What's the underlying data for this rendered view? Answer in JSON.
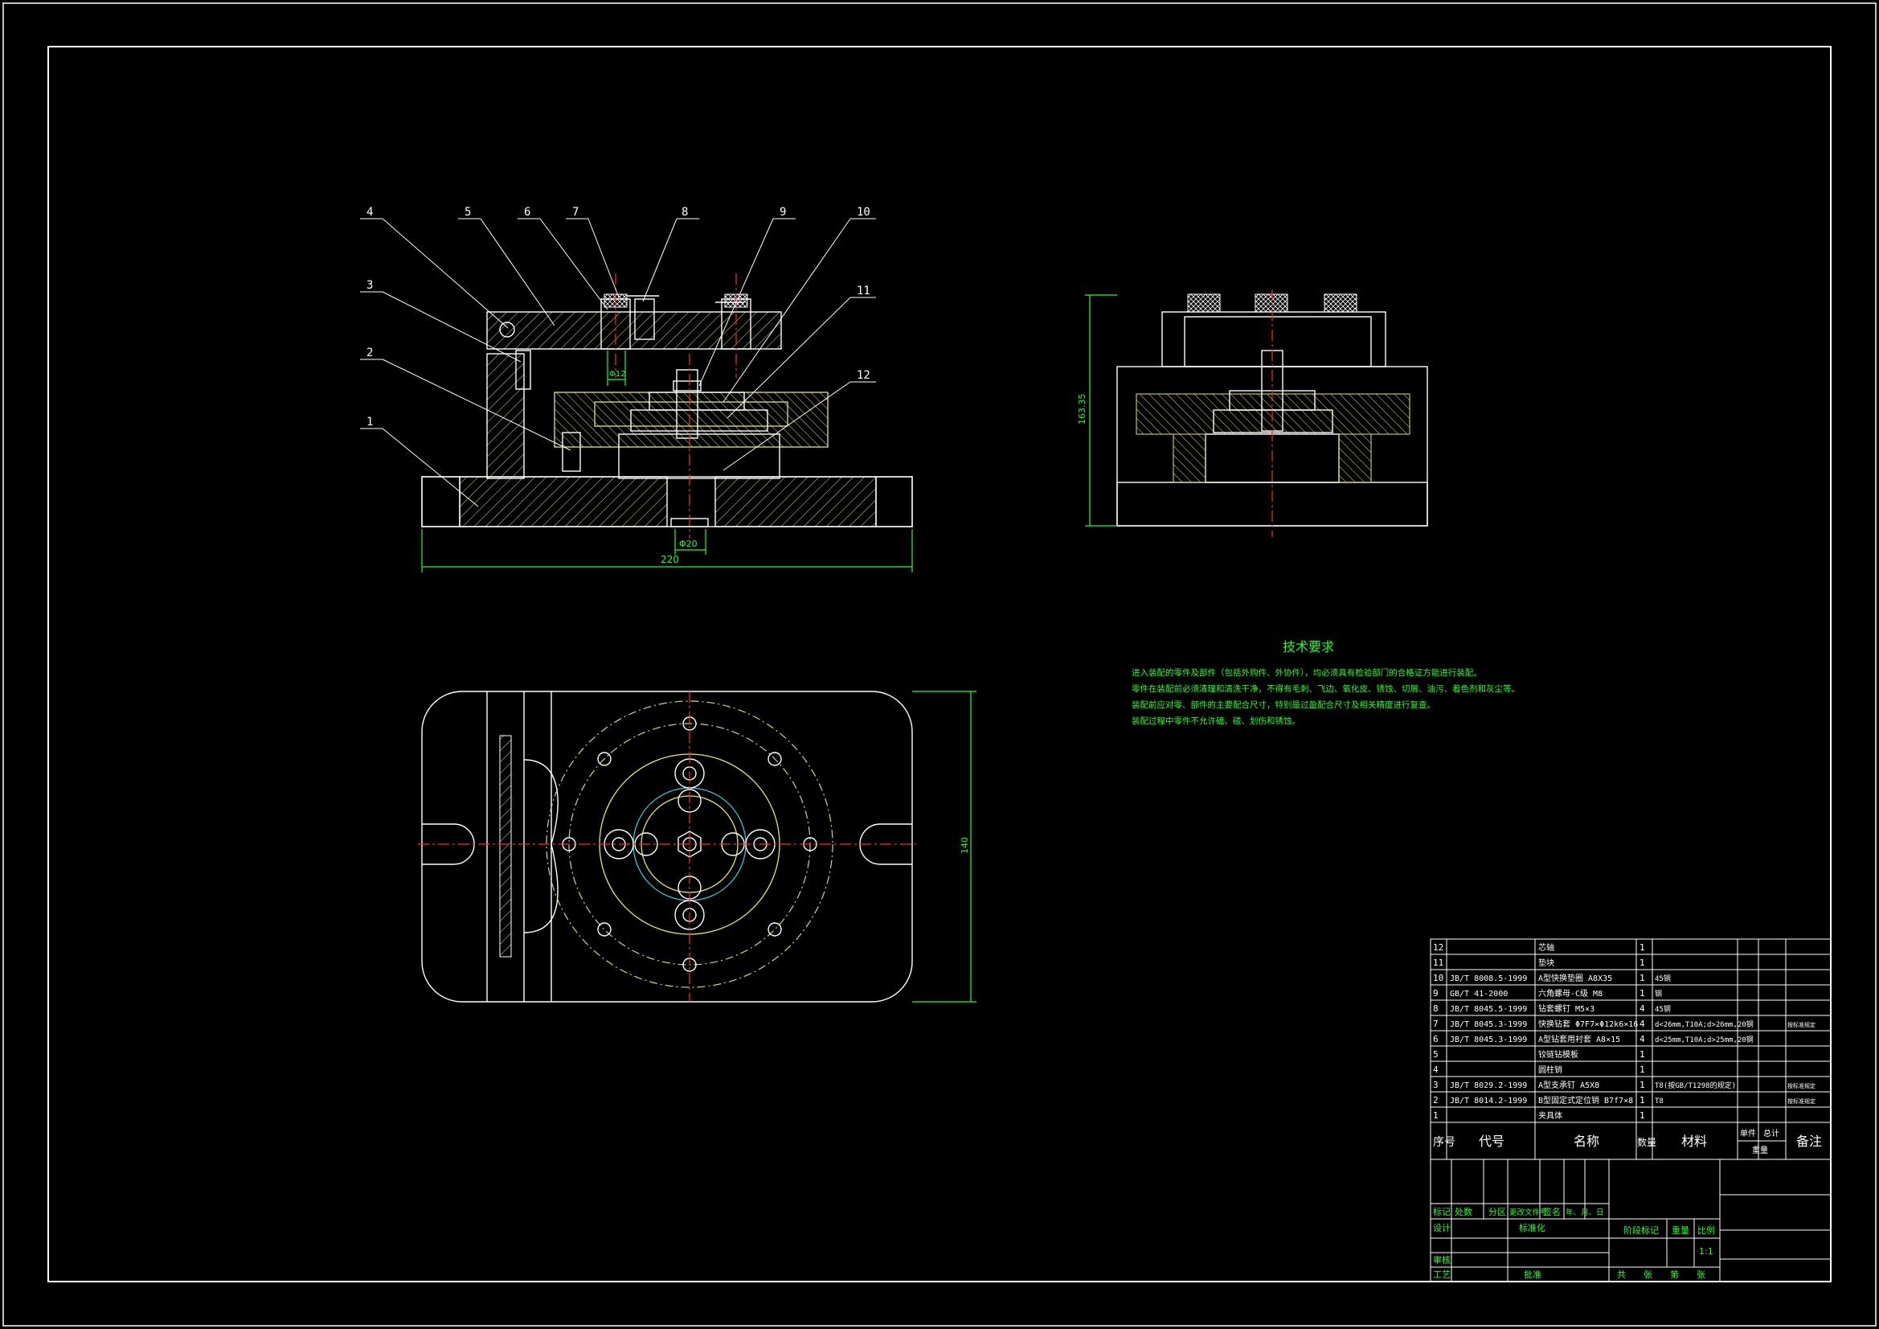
{
  "drawing": {
    "balloons": [
      "1",
      "2",
      "3",
      "4",
      "5",
      "6",
      "7",
      "8",
      "9",
      "10",
      "11",
      "12"
    ],
    "dims": {
      "width_220": "220",
      "phi20": "Φ20",
      "phi12": "Φ12",
      "h_140": "140",
      "h_side": "163.35"
    }
  },
  "tech": {
    "title": "技术要求",
    "lines": [
      "进入装配的零件及部件（包括外购件、外协件），均必须具有检验部门的合格证方能进行装配。",
      "零件在装配前必须清理和清洗干净，不得有毛刺、飞边、氧化皮、锈蚀、切屑、油污、着色剂和灰尘等。",
      "装配前应对零、部件的主要配合尺寸，特别是过盈配合尺寸及相关精度进行复查。",
      "装配过程中零件不允许磕、碰、划伤和锈蚀。"
    ]
  },
  "bom": {
    "rows": [
      {
        "no": "12",
        "code": "",
        "name": "芯轴",
        "qty": "1",
        "mat": "",
        "note": ""
      },
      {
        "no": "11",
        "code": "",
        "name": "垫块",
        "qty": "1",
        "mat": "",
        "note": ""
      },
      {
        "no": "10",
        "code": "JB/T 8008.5-1999",
        "name": "A型快换垫圈 A8X35",
        "qty": "1",
        "mat": "45钢",
        "note": ""
      },
      {
        "no": "9",
        "code": "GB/T 41-2000",
        "name": "六角螺母-C级 M8",
        "qty": "1",
        "mat": "钢",
        "note": ""
      },
      {
        "no": "8",
        "code": "JB/T 8045.5-1999",
        "name": "钻套螺钉 M5×3",
        "qty": "4",
        "mat": "45钢",
        "note": ""
      },
      {
        "no": "7",
        "code": "JB/T 8045.3-1999",
        "name": "快换钻套 Φ7F7×Φ12k6×16",
        "qty": "4",
        "mat": "d<26mm,T10A;d>26mm,20钢",
        "note": "按标准规定"
      },
      {
        "no": "6",
        "code": "JB/T 8045.3-1999",
        "name": "A型钻套用衬套 A8×15",
        "qty": "4",
        "mat": "d<25mm,T10A;d>25mm,20钢",
        "note": ""
      },
      {
        "no": "5",
        "code": "",
        "name": "铰链钻模板",
        "qty": "1",
        "mat": "",
        "note": ""
      },
      {
        "no": "4",
        "code": "",
        "name": "圆柱销",
        "qty": "1",
        "mat": "",
        "note": ""
      },
      {
        "no": "3",
        "code": "JB/T 8029.2-1999",
        "name": "A型支承钉 A5X8",
        "qty": "1",
        "mat": "T8(按GB/T1298的规定)",
        "note": "按标准规定"
      },
      {
        "no": "2",
        "code": "JB/T 8014.2-1999",
        "name": "B型固定式定位销 B7f7×8",
        "qty": "1",
        "mat": "T8",
        "note": "按标准规定"
      },
      {
        "no": "1",
        "code": "",
        "name": "夹具体",
        "qty": "1",
        "mat": "",
        "note": ""
      }
    ],
    "header": {
      "no": "序号",
      "code": "代号",
      "name": "名称",
      "qty": "数量",
      "mat": "材料",
      "single": "单件",
      "total": "总计",
      "weight": "重量",
      "note": "备注"
    }
  },
  "title_block": {
    "mark": "标记",
    "count": "处数",
    "zone": "分区",
    "doc": "更改文件号",
    "sign": "签名",
    "date": "年、月、日",
    "design": "设计",
    "std": "标准化",
    "stage": "阶段标记",
    "weight": "重量",
    "scale": "比例",
    "scale_val": "1:1",
    "review": "审核",
    "process": "工艺",
    "approve": "批准",
    "sheets": "共　　张　　第　　张"
  },
  "colors": {
    "line": "#ffffff",
    "text_green": "#21ff21",
    "yellow": "#e8e85a",
    "center": "#ff2a2a",
    "cyan": "#27d6e0"
  }
}
